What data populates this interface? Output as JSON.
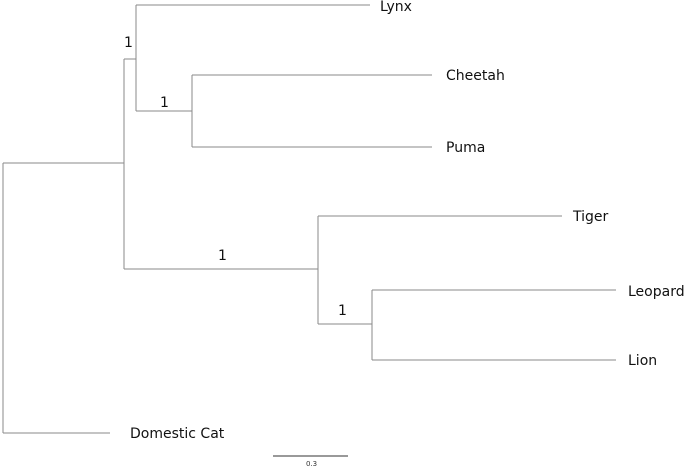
{
  "tree": {
    "tips": [
      {
        "id": "lynx",
        "label": "Lynx"
      },
      {
        "id": "cheetah",
        "label": "Cheetah"
      },
      {
        "id": "puma",
        "label": "Puma"
      },
      {
        "id": "tiger",
        "label": "Tiger"
      },
      {
        "id": "leopard",
        "label": "Leopard"
      },
      {
        "id": "lion",
        "label": "Lion"
      },
      {
        "id": "domestic-cat",
        "label": "Domestic Cat"
      }
    ],
    "support_values": {
      "lynx_clade": "1",
      "cheetah_puma": "1",
      "panthera": "1",
      "leopard_lion": "1"
    },
    "colors": {
      "branch": "#8a8a8a",
      "text": "#111111"
    }
  },
  "scale_bar": {
    "label": "0.3"
  }
}
